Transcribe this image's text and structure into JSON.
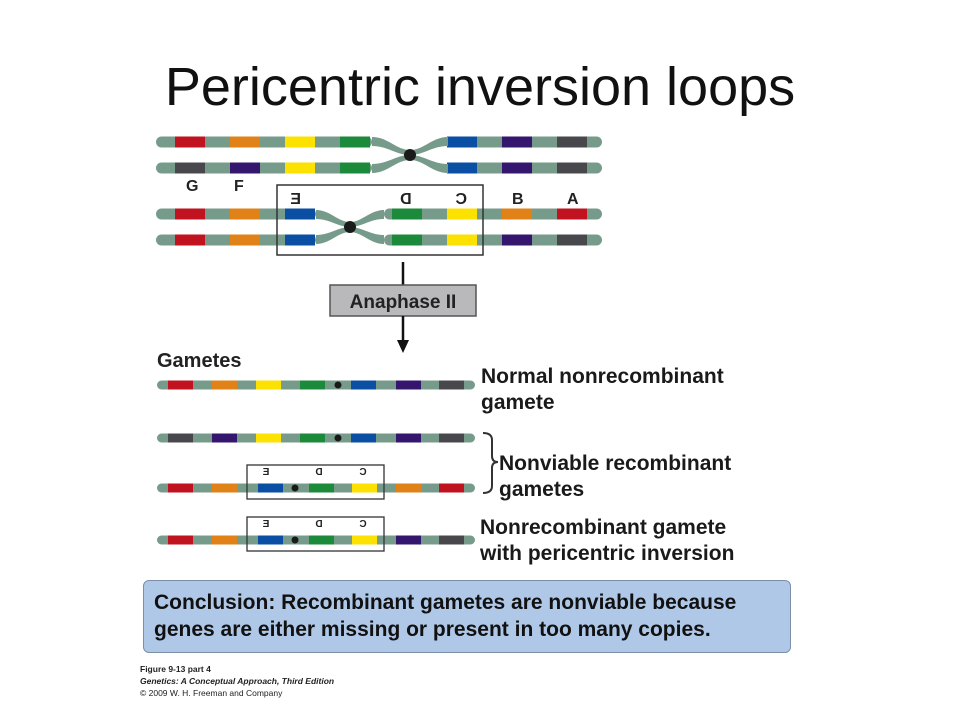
{
  "title": "Pericentric inversion loops",
  "colors": {
    "chromosome": "#779b8a",
    "red": "#c1121f",
    "orange": "#e08217",
    "yellow": "#fde100",
    "green": "#1b8a3a",
    "blue": "#0a4fa3",
    "purple": "#34166e",
    "gray": "#48484c",
    "centromere": "#1a1a1a",
    "conclusion_bg": "#b0c8e8"
  },
  "gene_labels": {
    "top": [
      "G",
      "F"
    ],
    "inverted": [
      "E",
      "D",
      "C"
    ],
    "right": [
      "B",
      "A"
    ]
  },
  "anaphase_label": "Anaphase II",
  "gametes_heading": "Gametes",
  "gametes": [
    {
      "label_lines": [
        "Normal nonrecombinant",
        "gamete"
      ]
    },
    {
      "label_lines": [
        "Nonviable recombinant",
        "gametes"
      ]
    },
    {
      "label_lines": [
        "Nonrecombinant gamete",
        "with pericentric inversion"
      ]
    }
  ],
  "conclusion": {
    "lead": "Conclusion:",
    "text": " Recombinant gametes are nonviable because genes are either missing or present in too many copies."
  },
  "caption": {
    "figure": "Figure 9-13 part 4",
    "book": "Genetics: A Conceptual Approach, Third Edition",
    "copyright": "© 2009 W. H. Freeman and Company"
  }
}
